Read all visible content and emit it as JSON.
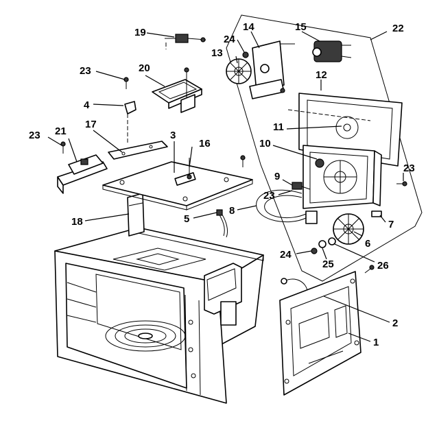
{
  "callouts": {
    "c1": "1",
    "c2": "2",
    "c3": "3",
    "c4": "4",
    "c5": "5",
    "c6": "6",
    "c7": "7",
    "c8": "8",
    "c9": "9",
    "c10": "10",
    "c11": "11",
    "c12": "12",
    "c13": "13",
    "c14": "14",
    "c15": "15",
    "c16": "16",
    "c17": "17",
    "c18": "18",
    "c19": "19",
    "c20": "20",
    "c21": "21",
    "c22": "22",
    "c23a": "23",
    "c23b": "23",
    "c23c": "23",
    "c23d": "23",
    "c24a": "24",
    "c24b": "24",
    "c25": "25",
    "c26": "26"
  }
}
